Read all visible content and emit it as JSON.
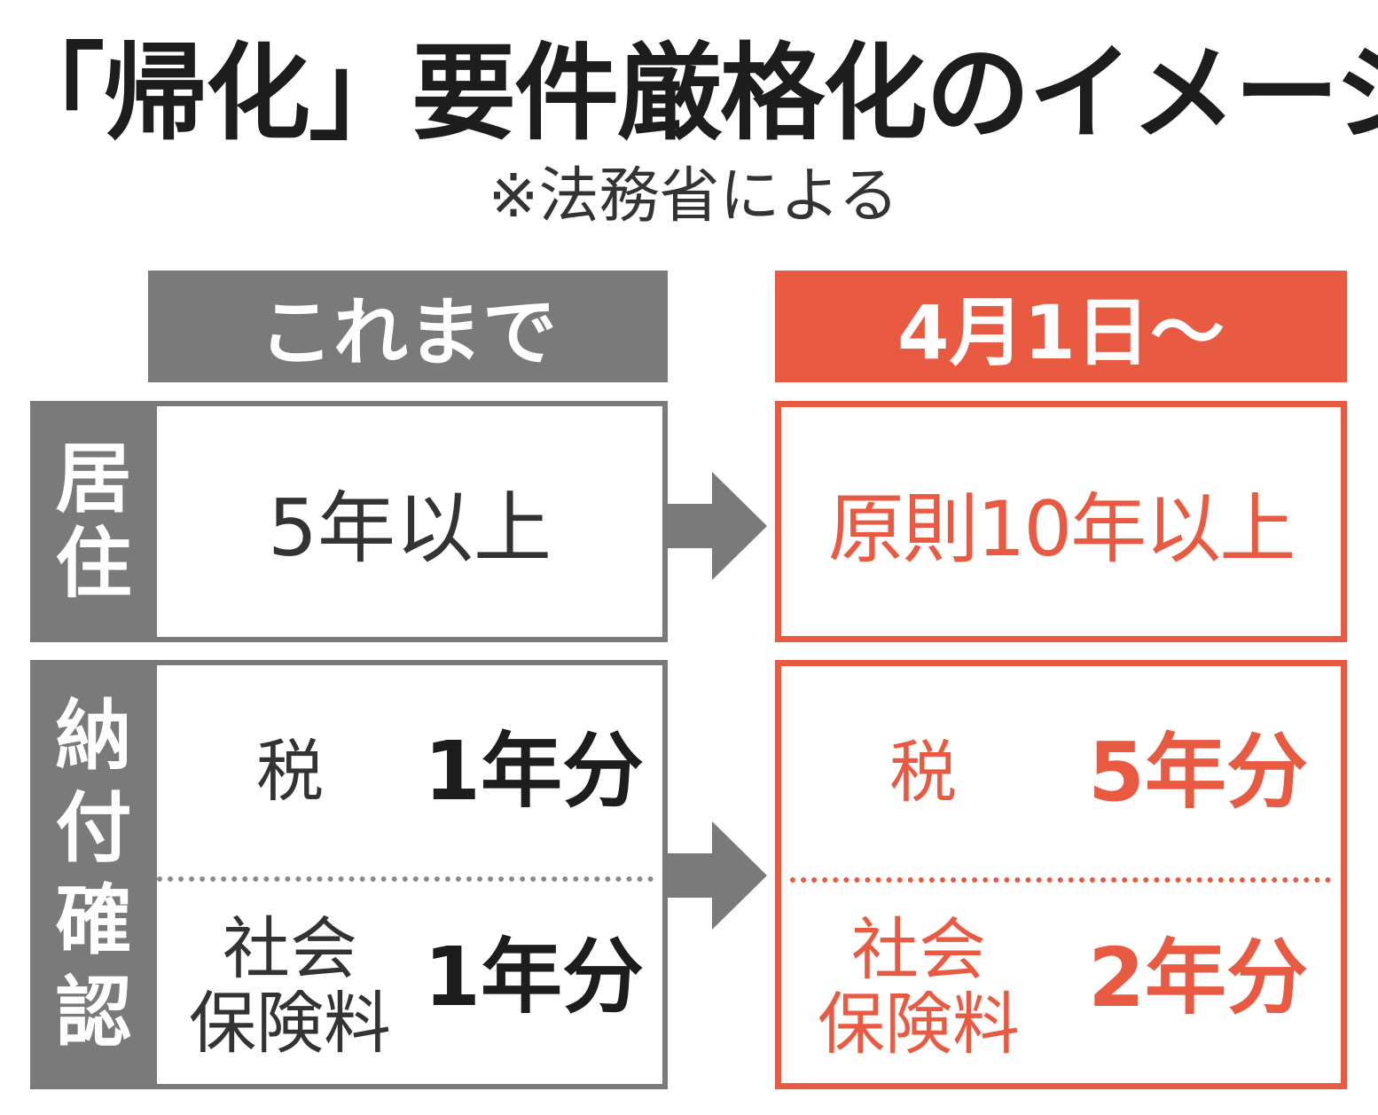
{
  "title": "「帰化」要件厳格化のイメージ",
  "subtitle": "※法務省による",
  "columns": {
    "before": "これまで",
    "after": "4月1日～"
  },
  "rows": {
    "residence": {
      "label_chars": [
        "居",
        "住"
      ],
      "before": "5年以上",
      "after": "原則10年以上"
    },
    "payment": {
      "label_chars": [
        "納",
        "付",
        "確",
        "認"
      ],
      "tax_label": "税",
      "social_label_line1": "社会",
      "social_label_line2": "保険料",
      "before_tax": "1年分",
      "before_social": "1年分",
      "after_tax": "5年分",
      "after_social": "2年分"
    }
  },
  "colors": {
    "gray": "#7a7a7a",
    "accent": "#e85a42",
    "text": "#222222"
  },
  "icons": {
    "arrow": "right-arrow-icon"
  }
}
